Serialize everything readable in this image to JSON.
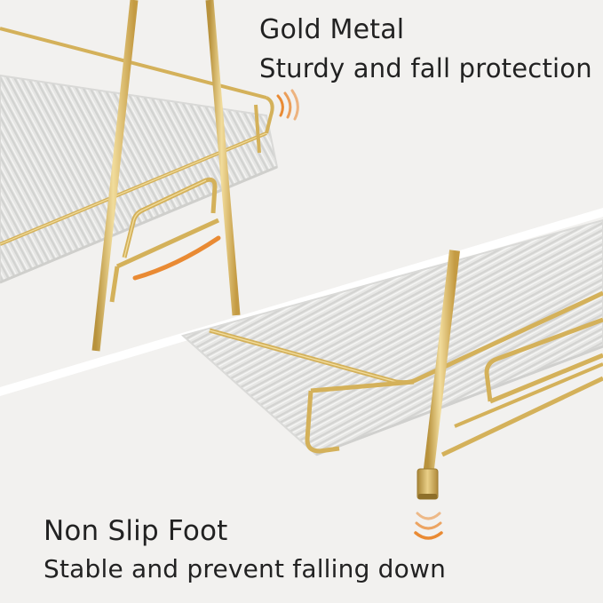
{
  "captions": {
    "top": {
      "title": "Gold Metal",
      "subtitle": "Sturdy and fall protection"
    },
    "bottom": {
      "title": "Non Slip Foot",
      "subtitle": "Stable and prevent falling down"
    }
  },
  "colors": {
    "background": "#f2f1ef",
    "gold": "#d4b15a",
    "gold_highlight": "#f1dc9c",
    "tray": "#e6e6e4",
    "accent_orange": "#e98a33",
    "text": "#222222"
  },
  "icons": {
    "top_indicator": "orange-arc-indicator-icon",
    "handle_indicator": "orange-swoosh-icon",
    "foot_indicator": "orange-chevrons-down-icon"
  }
}
